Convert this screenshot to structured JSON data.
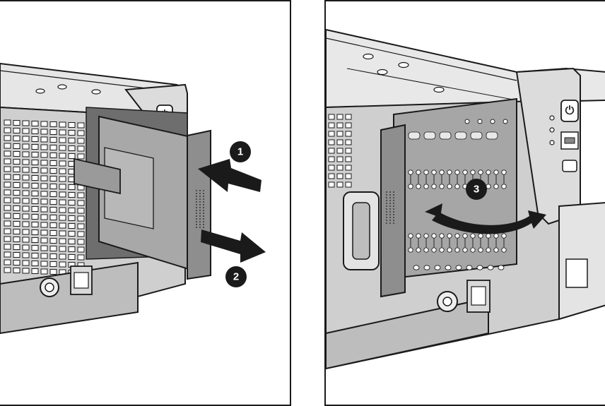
{
  "steps": [
    {
      "number": "1"
    },
    {
      "number": "2"
    },
    {
      "number": "3"
    }
  ],
  "icons": {
    "power": "⏻"
  },
  "colors": {
    "line": "#1a1a1a",
    "panel_gray": "#a8a8a8",
    "module_gray": "#8e8e8e",
    "light_gray": "#d4d4d4",
    "callout_fill": "#1a1a1a"
  }
}
